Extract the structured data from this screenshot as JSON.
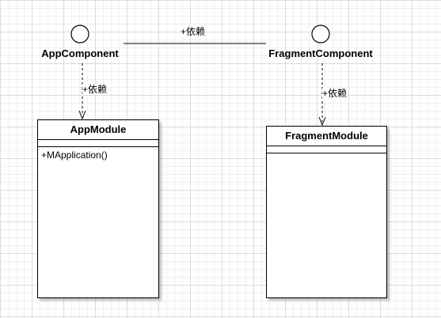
{
  "actors": [
    {
      "id": "app-component",
      "label": "AppComponent"
    },
    {
      "id": "fragment-component",
      "label": "FragmentComponent"
    }
  ],
  "edges": {
    "association_label": "+依赖",
    "app_dependency_label": "+依赖",
    "fragment_dependency_label": "+依赖"
  },
  "classes": {
    "app_module": {
      "name": "AppModule",
      "methods": [
        "+MApplication()"
      ]
    },
    "fragment_module": {
      "name": "FragmentModule",
      "methods": []
    }
  }
}
